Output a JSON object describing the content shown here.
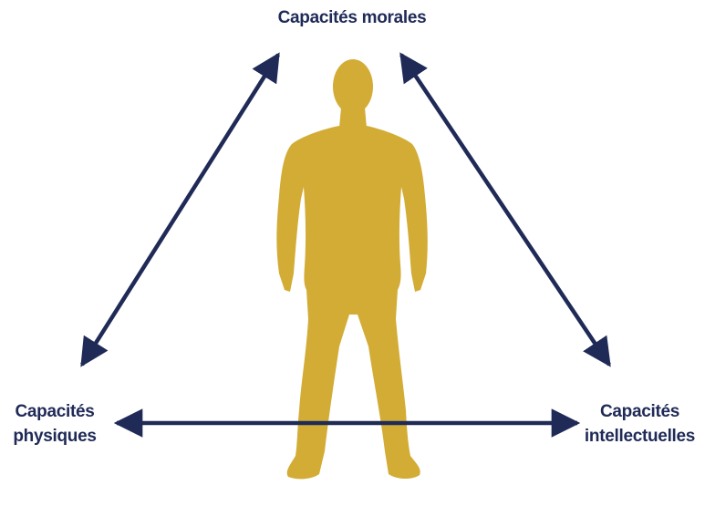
{
  "diagram": {
    "colors": {
      "arrow": "#1f2a57",
      "figure": "#d3ac36",
      "text": "#1f2a57",
      "background": "#ffffff"
    },
    "nodes": {
      "top": {
        "label": "Capacités morales"
      },
      "left": {
        "line1": "Capacités",
        "line2": "physiques"
      },
      "right": {
        "line1": "Capacités",
        "line2": "intellectuelles"
      }
    },
    "figure": {
      "icon": "person-silhouette-icon"
    },
    "edges": [
      {
        "from": "top",
        "to": "left",
        "style": "double-headed-arrow"
      },
      {
        "from": "top",
        "to": "right",
        "style": "double-headed-arrow"
      },
      {
        "from": "left",
        "to": "right",
        "style": "double-headed-arrow"
      }
    ]
  }
}
